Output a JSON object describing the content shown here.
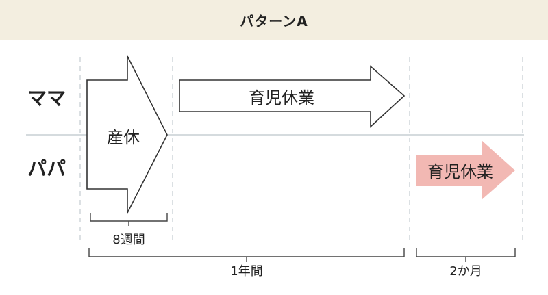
{
  "title": "パターンA",
  "rows": {
    "mama": "ママ",
    "papa": "パパ"
  },
  "arrows": {
    "maternity_leave": "産休",
    "mama_childcare_leave": "育児休業",
    "papa_childcare_leave": "育児休業"
  },
  "durations": {
    "maternity": "8週間",
    "one_year": "1年間",
    "two_months": "2か月"
  },
  "colors": {
    "banner_bg": "#f3eee0",
    "papa_arrow": "#f2b8b3",
    "guide_line": "#c8cfd4",
    "divider": "#cfd6da"
  }
}
